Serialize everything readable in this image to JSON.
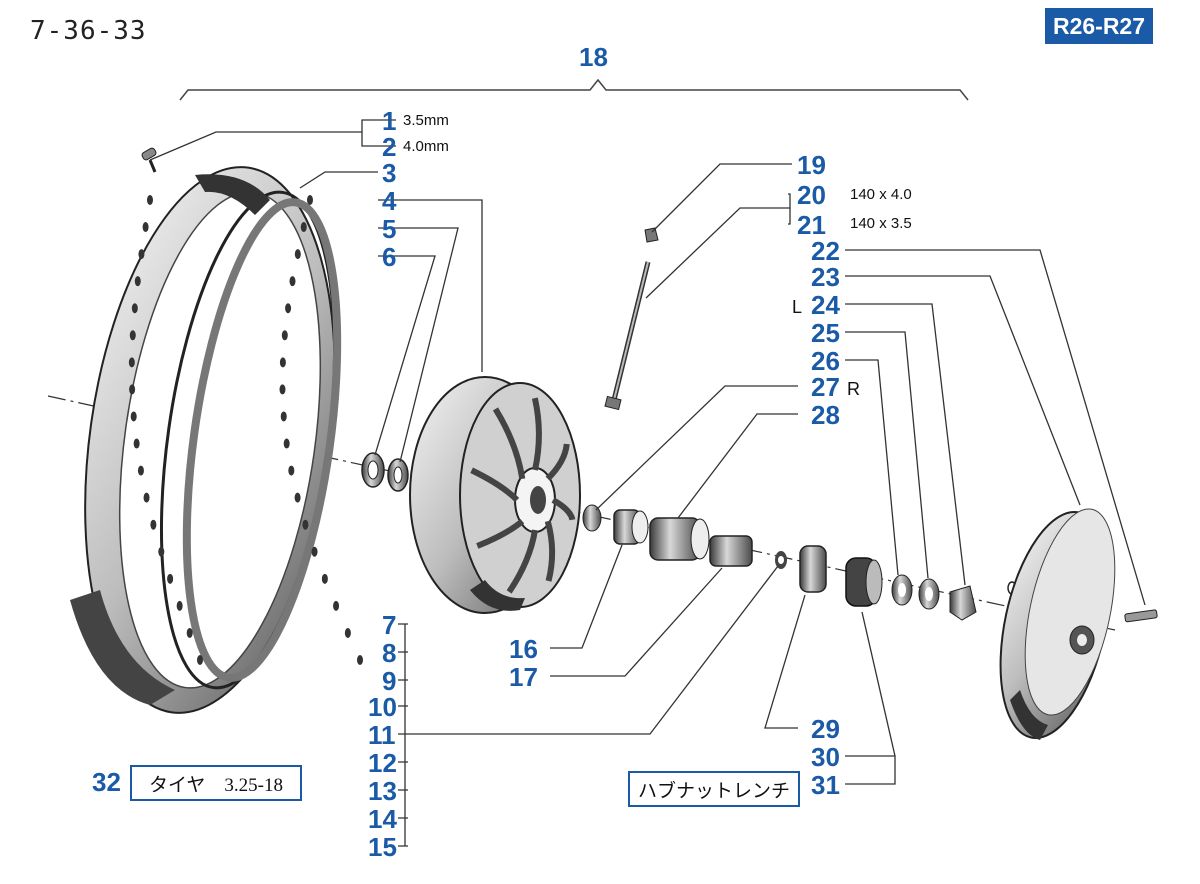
{
  "header": {
    "page_code": "7-36-33",
    "model_badge": "R26-R27"
  },
  "parts": {
    "p1": "1",
    "p1_spec": "3.5mm",
    "p2": "2",
    "p2_spec": "4.0mm",
    "p3": "3",
    "p4": "4",
    "p5": "5",
    "p6": "6",
    "p7": "7",
    "p8": "8",
    "p9": "9",
    "p10": "10",
    "p11": "11",
    "p12": "12",
    "p13": "13",
    "p14": "14",
    "p15": "15",
    "p16": "16",
    "p17": "17",
    "p18": "18",
    "p19": "19",
    "p20": "20",
    "p20_spec": "140 x 4.0",
    "p21": "21",
    "p21_spec": "140 x 3.5",
    "p22": "22",
    "p23": "23",
    "p24": "24",
    "p24_side": "L",
    "p25": "25",
    "p26": "26",
    "p27": "27",
    "p27_side": "R",
    "p28": "28",
    "p29": "29",
    "p30": "30",
    "p31": "31",
    "p32": "32"
  },
  "boxes": {
    "tire": "タイヤ　3.25-18",
    "wrench": "ハブナットレンチ"
  },
  "colors": {
    "accent": "#1a5aa6",
    "line": "#333333"
  }
}
